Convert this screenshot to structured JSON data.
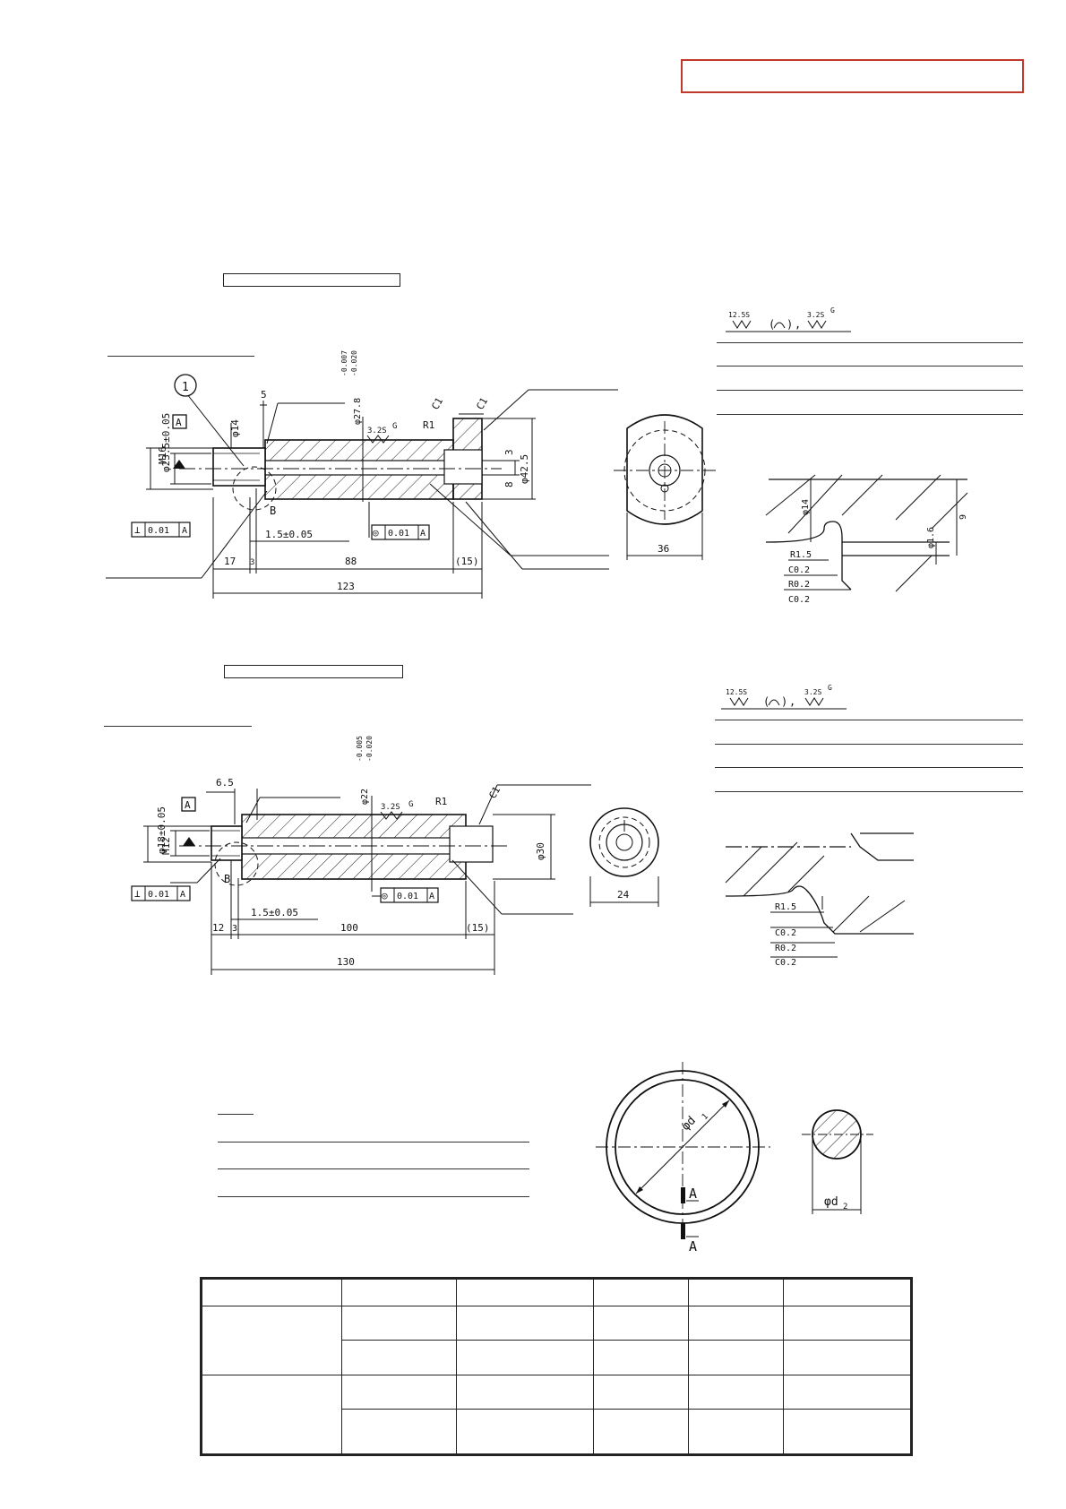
{
  "header": {
    "answer_box": ""
  },
  "part1": {
    "balloon": "1",
    "datum": "A",
    "dims": {
      "d_main": "φ27.8",
      "d_main_upper": "-0.007",
      "d_main_lower": "-0.020",
      "d_14": "φ14",
      "d_235": "φ23.5±0.05",
      "thread": "M16",
      "d_425": "φ42.5",
      "five": "5",
      "c1_a": "C1",
      "c1_b": "C1",
      "r1": "R1",
      "three": "3",
      "eight": "8",
      "l17": "17",
      "l3": "3",
      "l88": "88",
      "l15": "(15)",
      "l123": "123",
      "l15b": "1.5±0.05",
      "width36": "36",
      "b_mark": "B"
    },
    "perp_tol": {
      "sym": "⊥",
      "val": "0.01",
      "ref": "A"
    },
    "conc_tol": {
      "sym": "◎",
      "val": "0.01",
      "ref": "A"
    },
    "roughness_inline": "3.2S",
    "roughness_g": "G",
    "rough_header_a": "12.5S",
    "rough_header_b": "3.2S",
    "rough_header_g": "G",
    "detail": {
      "d14": "φ14",
      "d16": "φ1.6",
      "nine": "9",
      "r15": "R1.5",
      "c02": "C0.2",
      "r02": "R0.2",
      "c02b": "C0.2"
    }
  },
  "part2": {
    "datum": "A",
    "dims": {
      "d_main": "φ22",
      "d_main_upper": "-0.005",
      "d_main_lower": "-0.020",
      "d_18": "φ18±0.05",
      "thread": "M12",
      "d_30": "φ30",
      "l65": "6.5",
      "c1": "C1",
      "r1": "R1",
      "l12": "12",
      "l3": "3",
      "l100": "100",
      "l15": "(15)",
      "l130": "130",
      "l15b": "1.5±0.05",
      "width24": "24",
      "b_mark": "B"
    },
    "perp_tol": {
      "sym": "⊥",
      "val": "0.01",
      "ref": "A"
    },
    "conc_tol": {
      "sym": "◎",
      "val": "0.01",
      "ref": "A"
    },
    "roughness_inline": "3.2S",
    "roughness_g": "G",
    "rough_header_a": "12.5S",
    "rough_header_b": "3.2S",
    "rough_header_g": "G",
    "detail": {
      "r15": "R1.5",
      "c02": "C0.2",
      "r02": "R0.2",
      "c02b": "C0.2"
    }
  },
  "oring": {
    "d1_label": "φd",
    "d1_sub": "1",
    "d2_label": "φd",
    "d2_sub": "2",
    "sec_a1": "A",
    "sec_a2": "A"
  }
}
